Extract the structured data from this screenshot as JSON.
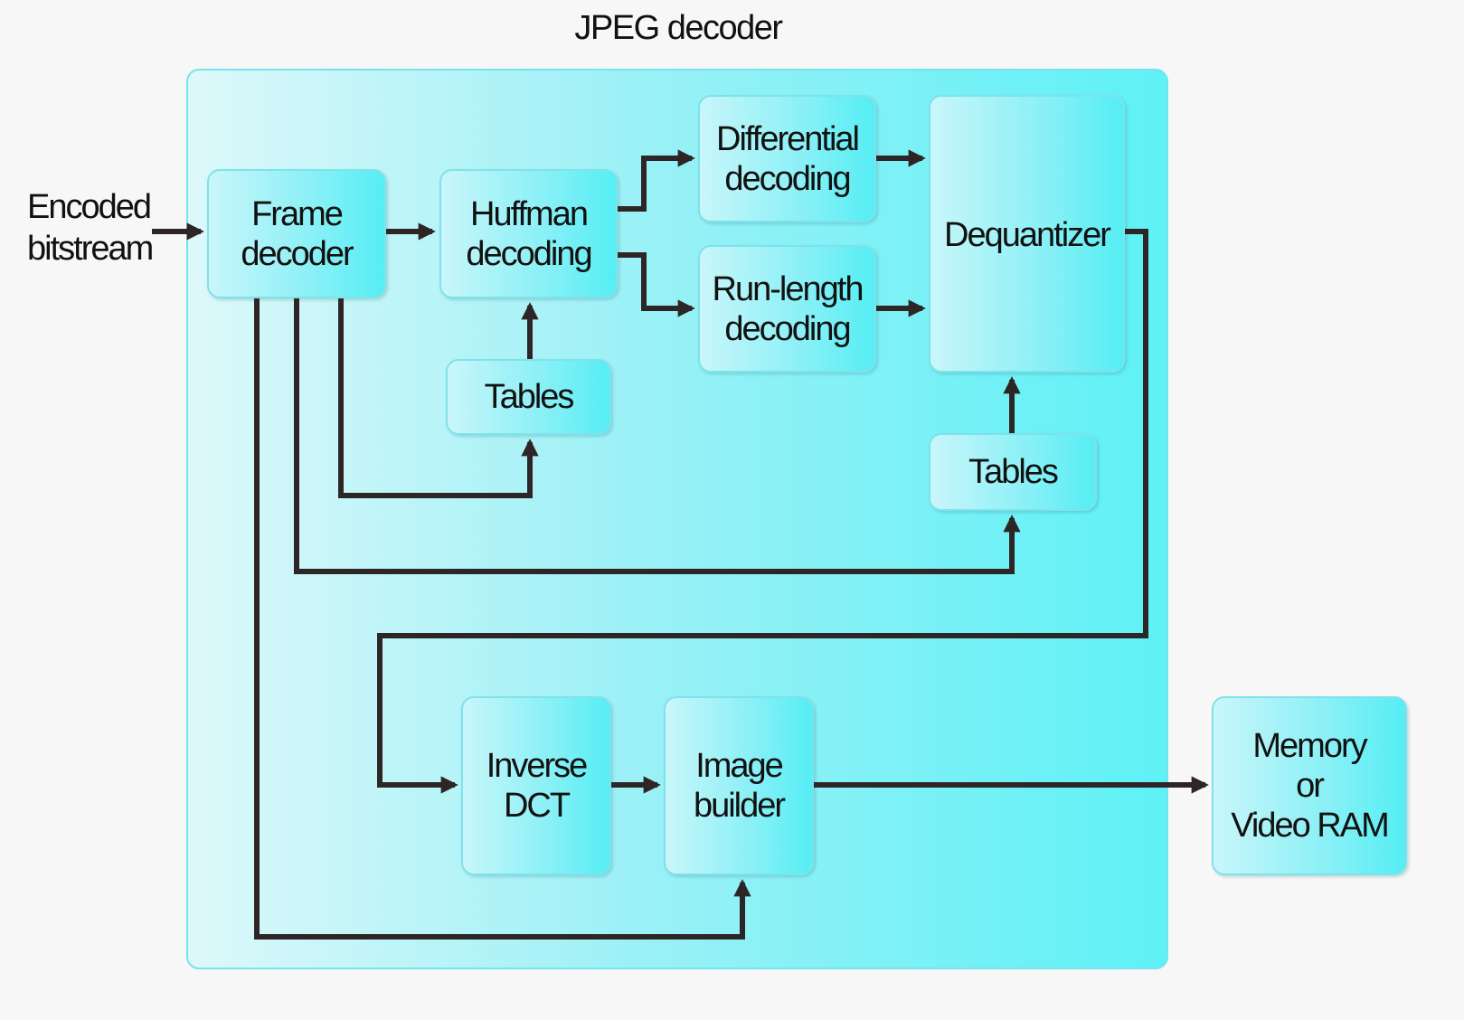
{
  "title": "JPEG decoder",
  "input_label": [
    "Encoded",
    "bitstream"
  ],
  "blocks": {
    "frame_decoder": [
      "Frame",
      "decoder"
    ],
    "huffman_decoding": [
      "Huffman",
      "decoding"
    ],
    "huffman_tables": [
      "Tables"
    ],
    "differential_decoding": [
      "Differential",
      "decoding"
    ],
    "run_length_decoding": [
      "Run-length",
      "decoding"
    ],
    "dequantizer": [
      "Dequantizer"
    ],
    "dequantizer_tables": [
      "Tables"
    ],
    "inverse_dct": [
      "Inverse",
      "DCT"
    ],
    "image_builder": [
      "Image",
      "builder"
    ],
    "memory": [
      "Memory",
      "or",
      "Video RAM"
    ]
  },
  "colors": {
    "wire": "#2e2626",
    "container_border": "#74e4ec",
    "block_border": "#7fe2ea"
  }
}
